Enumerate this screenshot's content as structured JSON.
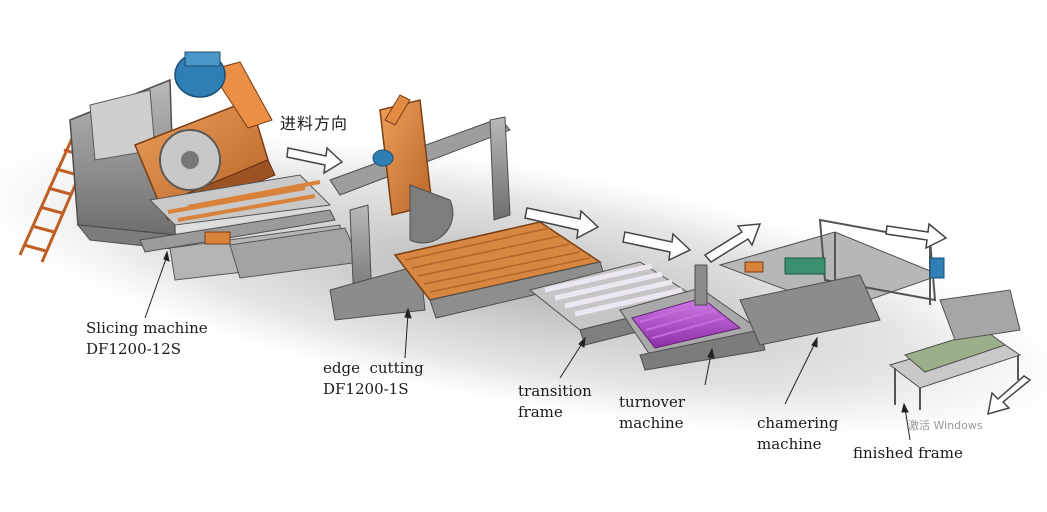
{
  "feed_direction": "进料方向",
  "labels": {
    "slicing": [
      "Slicing machine",
      "DF1200-12S"
    ],
    "edge": [
      "edge  cutting",
      "DF1200-1S"
    ],
    "transition": [
      "transition",
      "frame"
    ],
    "turnover": [
      "turnover",
      "machine"
    ],
    "chamfer": [
      "chamering",
      "machine"
    ],
    "finished": "finished frame"
  },
  "watermark": "激活 Windows",
  "colors": {
    "machine_gray": "#8a8a8a",
    "frame_dark": "#555555",
    "orange": "#d9823b",
    "purple": "#a44bc0",
    "white_roller": "#ece7f0",
    "motor_blue": "#2f7fb5",
    "arrow_fill": "#ffffff",
    "arrow_stroke": "#444444"
  }
}
